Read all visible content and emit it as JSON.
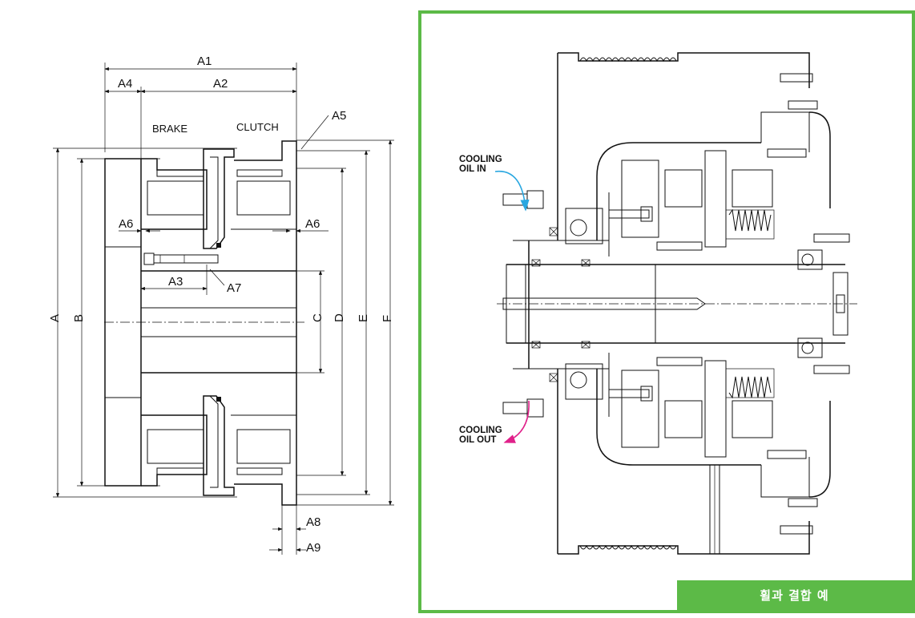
{
  "left_drawing": {
    "labels": {
      "brake": "BRAKE",
      "clutch": "CLUTCH"
    },
    "dimensions": {
      "a1": "A1",
      "a2": "A2",
      "a3": "A3",
      "a4": "A4",
      "a5": "A5",
      "a6_left": "A6",
      "a6_right": "A6",
      "a7": "A7",
      "a8": "A8",
      "a9": "A9",
      "a": "A",
      "b": "B",
      "c": "C",
      "d": "D",
      "e": "E",
      "f": "F"
    }
  },
  "right_drawing": {
    "cooling_in": [
      "COOLING",
      "OIL IN"
    ],
    "cooling_out": [
      "COOLING",
      "OIL OUT"
    ],
    "colors": {
      "oil_in_arrow": "#2aa7e0",
      "oil_out_arrow": "#e0218a",
      "frame": "#5cba47"
    },
    "caption": "휠과 결합 예"
  }
}
